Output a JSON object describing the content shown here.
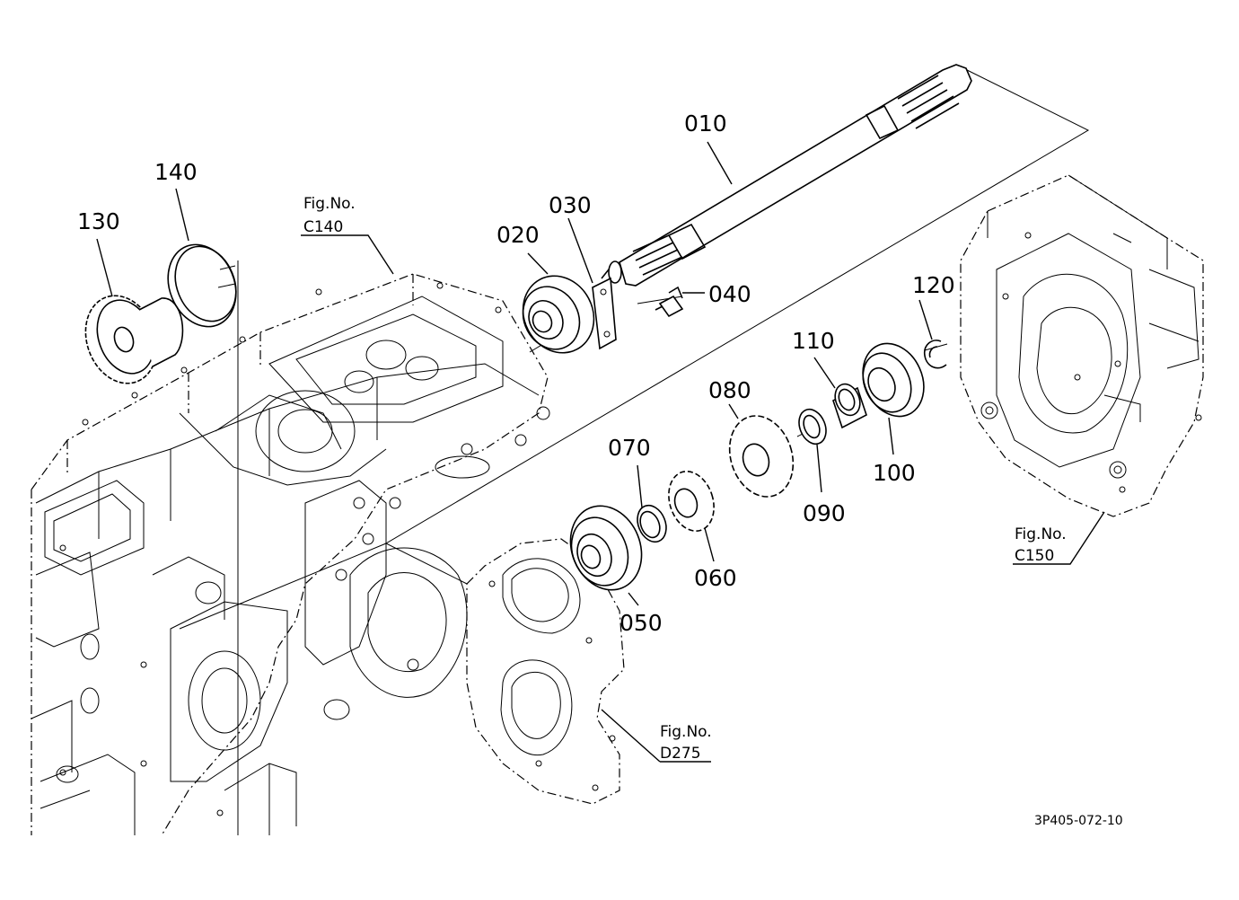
{
  "parts": [
    {
      "id": "p010",
      "label": "010"
    },
    {
      "id": "p020",
      "label": "020"
    },
    {
      "id": "p030",
      "label": "030"
    },
    {
      "id": "p040",
      "label": "040"
    },
    {
      "id": "p050",
      "label": "050"
    },
    {
      "id": "p060",
      "label": "060"
    },
    {
      "id": "p070",
      "label": "070"
    },
    {
      "id": "p080",
      "label": "080"
    },
    {
      "id": "p090",
      "label": "090"
    },
    {
      "id": "p100",
      "label": "100"
    },
    {
      "id": "p110",
      "label": "110"
    },
    {
      "id": "p120",
      "label": "120"
    },
    {
      "id": "p130",
      "label": "130"
    },
    {
      "id": "p140",
      "label": "140"
    }
  ],
  "figure_refs": [
    {
      "id": "c140",
      "line1": "Fig.No.",
      "line2": "C140"
    },
    {
      "id": "c150",
      "line1": "Fig.No.",
      "line2": "C150"
    },
    {
      "id": "d275",
      "line1": "Fig.No.",
      "line2": "D275"
    }
  ],
  "drawing_code": "3P405-072-10"
}
